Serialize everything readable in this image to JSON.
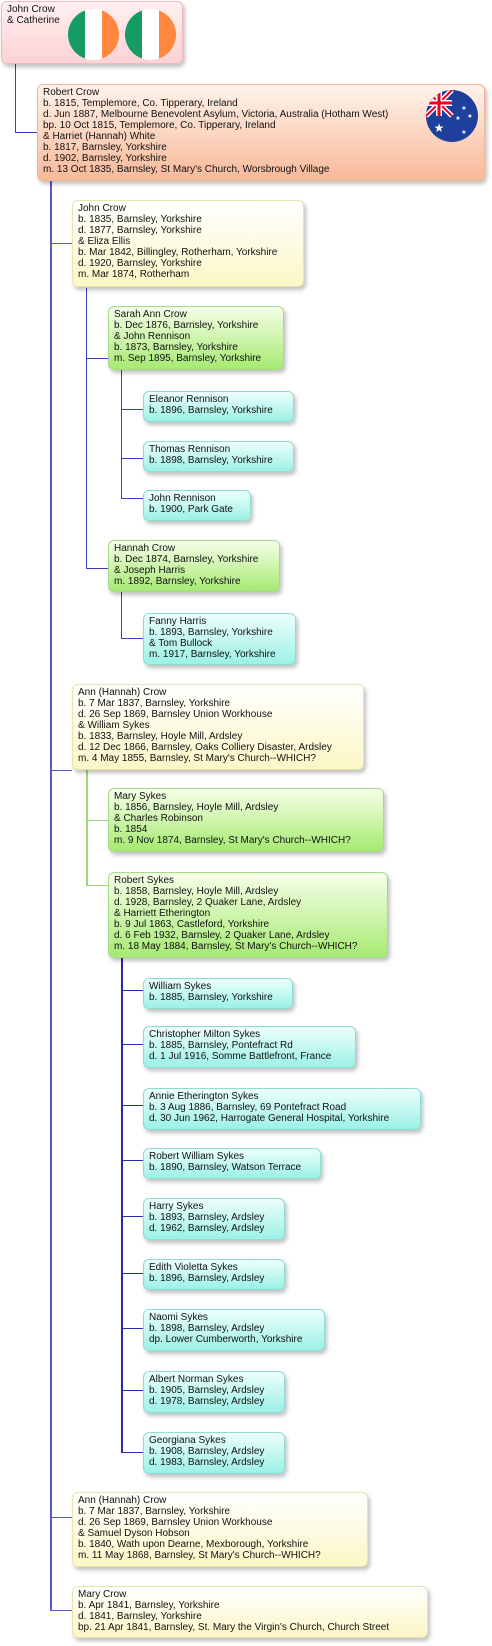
{
  "colors": {
    "blue_line": "#3c3dbf",
    "green_line": "#9ad97a",
    "cyan_line": "#2a2aa8"
  },
  "root": {
    "name": "John Crow",
    "spouse": "& Catherine",
    "flags": [
      "ireland-flag",
      "ireland-flag"
    ]
  },
  "robert": {
    "flag": "australia-flag",
    "lines": [
      "Robert Crow",
      "b. 1815, Templemore, Co. Tipperary, Ireland",
      "d. Jun 1887, Melbourne Benevolent Asylum, Victoria, Australia (Hotham West)",
      "bp. 10 Oct 1815, Templemore, Co. Tipperary, Ireland",
      "& Harriet (Hannah) White",
      "b. 1817, Barnsley, Yorkshire",
      "d. 1902, Barnsley, Yorkshire",
      "m. 13 Oct 1835, Barnsley, St Mary's Church, Worsbrough Village"
    ]
  },
  "children": [
    {
      "lines": [
        "John Crow",
        "b. 1835, Barnsley, Yorkshire",
        "d. 1877, Barnsley, Yorkshire",
        "& Eliza Ellis",
        "b. Mar 1842, Billingley, Rotherham, Yorkshire",
        "d. 1920, Barnsley, Yorkshire",
        "m. Mar 1874, Rotherham"
      ]
    },
    {
      "lines": [
        "Ann (Hannah) Crow",
        "b. 7 Mar 1837, Barnsley, Yorkshire",
        "d. 26 Sep 1869, Barnsley Union Workhouse",
        "& William Sykes",
        "b. 1833, Barnsley, Hoyle Mill, Ardsley",
        "d. 12 Dec 1866, Barnsley, Oaks Colliery Disaster, Ardsley",
        "m. 4 May 1855, Barnsley, St Mary's Church--WHICH?"
      ]
    },
    {
      "lines": [
        "Ann (Hannah) Crow",
        "b. 7 Mar 1837, Barnsley, Yorkshire",
        "d. 26 Sep 1869, Barnsley Union Workhouse",
        "& Samuel Dyson Hobson",
        "b. 1840, Wath upon Dearne, Mexborough, Yorkshire",
        "m. 11 May 1868, Barnsley, St Mary's Church--WHICH?"
      ]
    },
    {
      "lines": [
        "Mary Crow",
        "b. Apr 1841, Barnsley, Yorkshire",
        "d. 1841, Barnsley, Yorkshire",
        "bp. 21 Apr 1841, Barnsley, St. Mary the Virgin's Church, Church Street"
      ]
    }
  ],
  "grandchildren": [
    {
      "lines": [
        "Sarah Ann Crow",
        "b. Dec 1876, Barnsley, Yorkshire",
        "& John Rennison",
        "b. 1873, Barnsley, Yorkshire",
        "m. Sep 1895, Barnsley, Yorkshire"
      ]
    },
    {
      "lines": [
        "Hannah Crow",
        "b. Dec 1874, Barnsley, Yorkshire",
        "& Joseph Harris",
        "m. 1892, Barnsley, Yorkshire"
      ]
    },
    {
      "lines": [
        "Mary Sykes",
        "b. 1856, Barnsley, Hoyle Mill, Ardsley",
        "& Charles Robinson",
        "b. 1854",
        "m. 9 Nov 1874, Barnsley, St Mary's Church--WHICH?"
      ]
    },
    {
      "lines": [
        "Robert Sykes",
        "b. 1858, Barnsley, Hoyle Mill, Ardsley",
        "d. 1928, Barnsley, 2 Quaker Lane, Ardsley",
        "& Harriett Etherington",
        "b. 9 Jul 1863, Castleford, Yorkshire",
        "d. 6 Feb 1932, Barnsley, 2 Quaker Lane, Ardsley",
        "m. 18 May 1884, Barnsley, St Mary's Church--WHICH?"
      ]
    }
  ],
  "great": [
    {
      "lines": [
        "Eleanor Rennison",
        "b. 1896, Barnsley, Yorkshire"
      ]
    },
    {
      "lines": [
        "Thomas Rennison",
        "b. 1898, Barnsley, Yorkshire"
      ]
    },
    {
      "lines": [
        "John Rennison",
        "b. 1900, Park Gate"
      ]
    },
    {
      "lines": [
        "Fanny Harris",
        "b. 1893, Barnsley, Yorkshire",
        "& Tom Bullock",
        "m. 1917, Barnsley, Yorkshire"
      ]
    },
    {
      "lines": [
        "William Sykes",
        "b. 1885, Barnsley, Yorkshire"
      ]
    },
    {
      "lines": [
        "Christopher Milton Sykes",
        "b. 1885, Barnsley, Pontefract Rd",
        "d. 1 Jul 1916, Somme Battlefront, France"
      ]
    },
    {
      "lines": [
        "Annie Etherington Sykes",
        "b. 3 Aug 1886, Barnsley, 69 Pontefract Road",
        "d. 30 Jun 1962, Harrogate General Hospital, Yorkshire"
      ]
    },
    {
      "lines": [
        "Robert William Sykes",
        "b. 1890, Barnsley, Watson Terrace"
      ]
    },
    {
      "lines": [
        "Harry Sykes",
        "b. 1893, Barnsley, Ardsley",
        "d. 1962, Barnsley, Ardsley"
      ]
    },
    {
      "lines": [
        "Edith Violetta Sykes",
        "b. 1896, Barnsley, Ardsley"
      ]
    },
    {
      "lines": [
        "Naomi Sykes",
        "b. 1898, Barnsley, Ardsley",
        "dp. Lower Cumberworth, Yorkshire"
      ]
    },
    {
      "lines": [
        "Albert Norman Sykes",
        "b. 1905, Barnsley, Ardsley",
        "d. 1978, Barnsley, Ardsley"
      ]
    },
    {
      "lines": [
        "Georgiana Sykes",
        "b. 1908, Barnsley, Ardsley",
        "d. 1983, Barnsley, Ardsley"
      ]
    }
  ]
}
